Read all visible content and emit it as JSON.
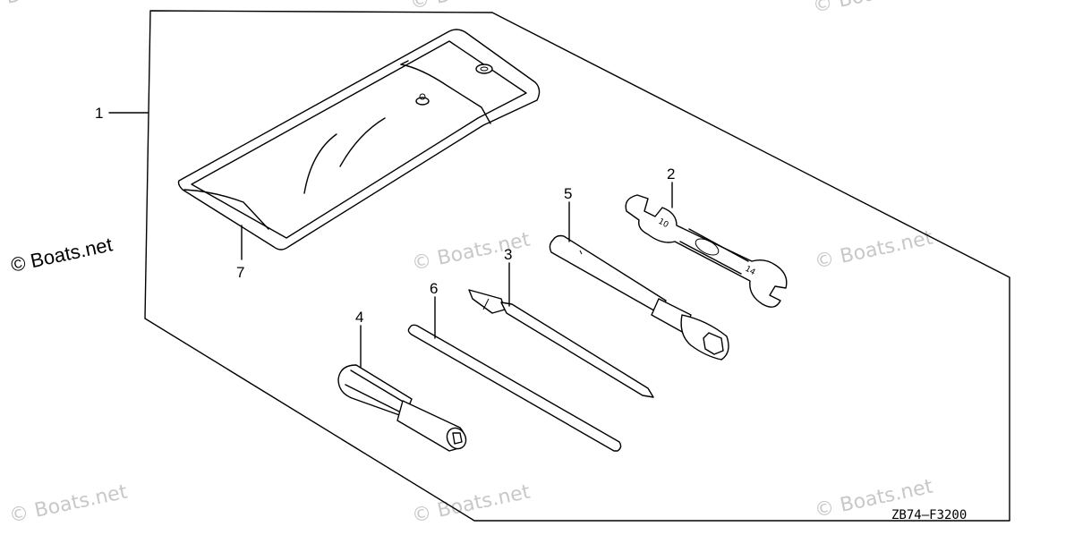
{
  "diagram": {
    "drawing_code": "ZB74—F3200",
    "parts": [
      {
        "ref": "1",
        "name": "tool-kit-outline"
      },
      {
        "ref": "2",
        "name": "open-end-wrench"
      },
      {
        "ref": "3",
        "name": "flat-screwdriver-blade"
      },
      {
        "ref": "4",
        "name": "screwdriver-handle"
      },
      {
        "ref": "5",
        "name": "plug-wrench"
      },
      {
        "ref": "6",
        "name": "tommy-bar"
      },
      {
        "ref": "7",
        "name": "tool-bag"
      }
    ]
  },
  "watermark": {
    "text": "© Boats.net",
    "color": "#c8c8c8"
  },
  "left_label": {
    "text": "© Boats.net"
  }
}
